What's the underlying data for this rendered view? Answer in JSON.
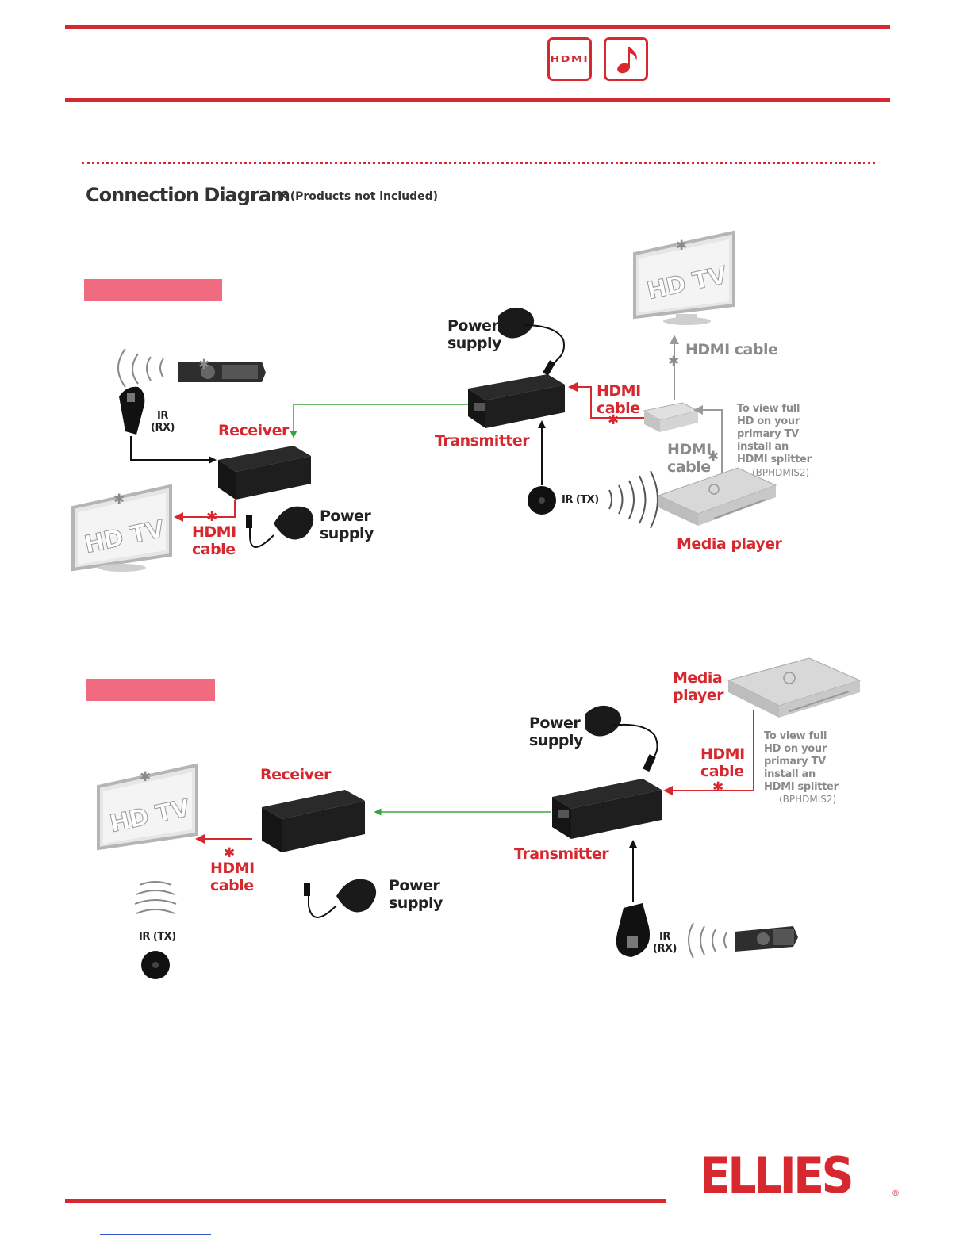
{
  "header": {
    "badges": [
      {
        "name": "hdmi-badge",
        "text": "HDMI"
      },
      {
        "name": "music-note-icon"
      }
    ]
  },
  "section": {
    "title": "Connection Diagram",
    "note_star": "✱",
    "note": "(Products not included)"
  },
  "diagram1": {
    "power_supply_tx": "Power\nsupply",
    "hdmi_cable_top": "HDMI cable",
    "hdmi_cable_tx": "HDMI\ncable",
    "ir_rx": "IR\n(RX)",
    "receiver": "Receiver",
    "transmitter": "Transmitter",
    "hdmi_cable_splitter": "HDMI\ncable",
    "splitter_note": "To view full\n HD on your\nprimary TV\n install an\n HDMI splitter",
    "splitter_model": "(BPHDMIS2)",
    "ir_tx": "IR (TX)",
    "hdmi_cable_rx": "HDMI\ncable",
    "power_supply_rx": "Power\nsupply",
    "media_player": "Media player",
    "tv_text": "HD TV"
  },
  "diagram2": {
    "media_player": "Media\nplayer",
    "power_supply_tx": "Power\nsupply",
    "hdmi_cable_tx": "HDMI\ncable",
    "splitter_note": "To view full\n HD on your\nprimary TV\n install an\n HDMI splitter",
    "splitter_model": "(BPHDMIS2)",
    "receiver": "Receiver",
    "transmitter": "Transmitter",
    "hdmi_cable_rx": "HDMI\ncable",
    "power_supply_rx": "Power\nsupply",
    "ir_tx": "IR (TX)",
    "ir_rx": "IR\n(RX)",
    "tv_text": "HD TV"
  },
  "footer": {
    "brand_logo": "ELLIES",
    "reg": "®"
  },
  "colors": {
    "brand_red": "#d7282f",
    "signal_green": "#3aa53a",
    "pink_bar": "#f06a80",
    "grey": "#8a8a8a"
  }
}
